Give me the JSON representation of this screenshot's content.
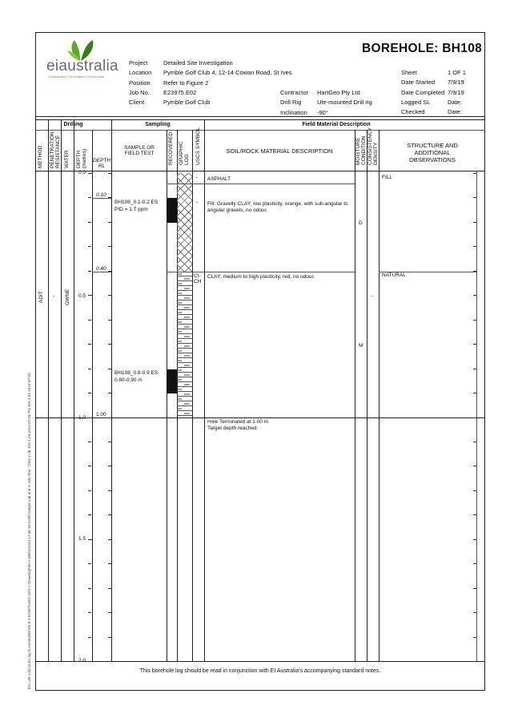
{
  "borehole_title": "BOREHOLE:  BH108",
  "logo": {
    "text": "eiaustralia",
    "tagline": "Contamination | Remediation | Geotechnical"
  },
  "header": {
    "project_label": "Project",
    "project": "Detailed Site Investigation",
    "location_label": "Location",
    "location": "Pymble Golf Club 4, 12-14 Cowan Road, St Ives",
    "position_label": "Position",
    "position": "Refer to Figure 2",
    "jobno_label": "Job No.",
    "jobno": "E23975.E02",
    "client_label": "Client",
    "client": "Pymble Golf Club",
    "contractor_label": "Contractor",
    "contractor": "HartGeo Pty Ltd",
    "drillrig_label": "Drill Rig",
    "drillrig": "Ute-mounted Drill rig",
    "inclination_label": "Inclination",
    "inclination": "-90°",
    "sheet_label": "Sheet",
    "sheet": "1  OF  1",
    "datestarted_label": "Date Started",
    "datestarted": "7/9/19",
    "datecompleted_label": "Date Completed",
    "datecompleted": "7/9/19",
    "logged_label": "Logged  SL",
    "logged_date": "Date:",
    "checked_label": "Checked",
    "checked_date": "Date:"
  },
  "groups": {
    "drilling": "Drilling",
    "sampling": "Sampling",
    "field": "Field Material Description"
  },
  "columns": {
    "method": "METHOD",
    "penetration": "PENETRATION RESISTANCE",
    "water": "WATER",
    "depth_m": "DEPTH (metres)",
    "depth_rl": "DEPTH RL",
    "sample": "SAMPLE OR FIELD TEST",
    "recovered": "RECOVERED",
    "graphic": "GRAPHIC LOG",
    "uscs": "USCS SYMBOL",
    "description": "SOIL/ROCK MATERIAL DESCRIPTION",
    "moisture": "MOISTURE CONDITION",
    "consistency": "CONSISTENCY DENSITY",
    "structure": "STRUCTURE AND ADDITIONAL OBSERVATIONS"
  },
  "log": {
    "method": "ADIT",
    "penetration": "-",
    "water": "GWNE",
    "depth_ticks": [
      "0.0",
      "0.5",
      "1.0",
      "1.5",
      "2.0"
    ],
    "rl_marks": [
      "0.10",
      "0.40",
      "1.00"
    ],
    "samples": [
      {
        "id": "BH108_0.1-0.2 ES",
        "note": "PID = 1.7 ppm"
      },
      {
        "id": "BH108_0.8-0.9 ES",
        "note": "0.80-0.90 m"
      }
    ],
    "uscs": [
      "-",
      "-",
      "CI-CH"
    ],
    "descriptions": [
      "ASPHALT",
      "Fill: Gravelly CLAY; low plasticity, orange, with sub-angular to angular gravels, no odour.",
      "CLAY; medium to high plasticity, red, no odour.",
      "Hole Terminated at 1.00 m",
      "Target depth reached."
    ],
    "moisture": [
      "D",
      "M"
    ],
    "consistency": "-",
    "structure": [
      "FILL",
      "NATURAL"
    ]
  },
  "footer_note": "This borehole log should be read in conjunction with EI Australia's accompanying standard notes.",
  "side_text": "EIA LIB 1.03.GLB  Log IS AU BOREHOLE 3  E23975.E02.GPJ  <<DrawingFile>>  08/01/2019 17:36  10.0.000  Datgel Lab and In Situ Tool - DGD | Lib: EIA 1.03 2014-07-05 Prj: EIA 1.03 2014-07-05",
  "colors": {
    "logo_green": "#5aa832",
    "logo_dark": "#3a7d1f",
    "logo_text": "#6a6a6a"
  }
}
